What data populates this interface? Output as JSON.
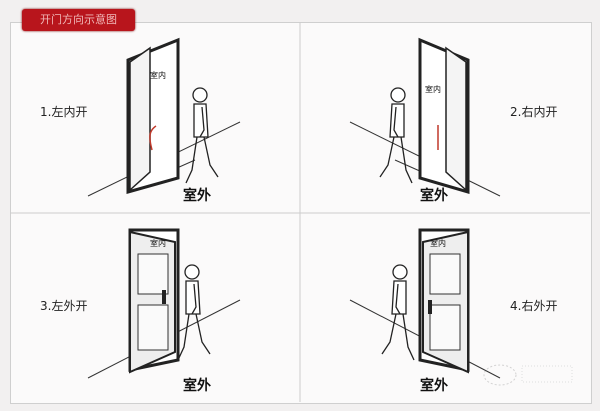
{
  "header": {
    "title": "开门方向示意图"
  },
  "quadrants": [
    {
      "label": "1.左内开",
      "indoor": "室内",
      "outdoor": "室外"
    },
    {
      "label": "2.右内开",
      "indoor": "室内",
      "outdoor": "室外"
    },
    {
      "label": "3.左外开",
      "indoor": "室内",
      "outdoor": "室外"
    },
    {
      "label": "4.右外开",
      "indoor": "室内",
      "outdoor": "室外"
    }
  ],
  "colors": {
    "header_bg": "#b8151c",
    "arrow": "#c0392b"
  }
}
